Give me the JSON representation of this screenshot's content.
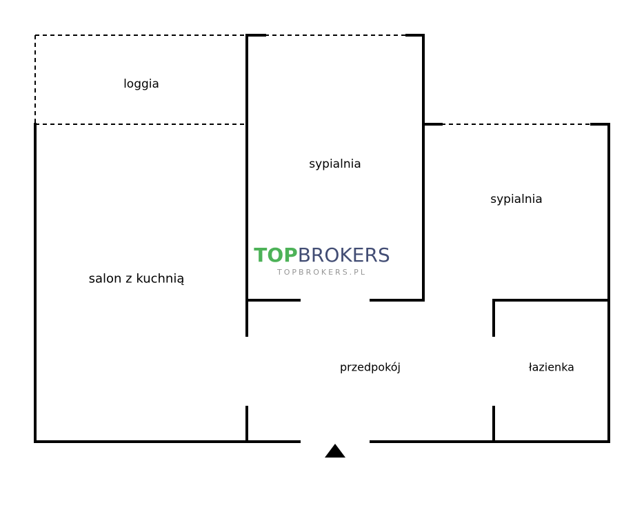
{
  "rooms": {
    "loggia": "loggia",
    "bedroom_1": "sypialnia",
    "bedroom_2": "sypialnia",
    "living_kitchen": "salon z kuchnią",
    "hallway": "przedpokój",
    "bathroom": "łazienka"
  },
  "watermark": {
    "brand_part1": "TOP",
    "brand_part2": "BROKERS",
    "website": "TOPBROKERS.PL",
    "color_top": "#3aaa47",
    "color_brokers": "#2e3a66"
  },
  "colors": {
    "walls": "#000000",
    "background": "#ffffff"
  },
  "entrance_marker_icon": "triangle-up-icon"
}
